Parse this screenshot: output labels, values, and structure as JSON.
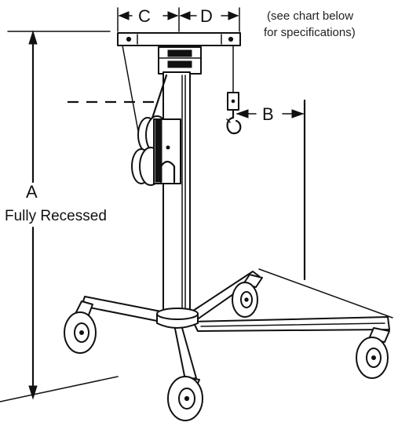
{
  "labels": {
    "dim_a": "A",
    "dim_a_caption": "Fully Recessed",
    "dim_b": "B",
    "dim_c": "C",
    "dim_d": "D",
    "note_line1": "(see chart below",
    "note_line2": "for specifications)"
  },
  "colors": {
    "ink": "#111111",
    "background": "#ffffff"
  }
}
